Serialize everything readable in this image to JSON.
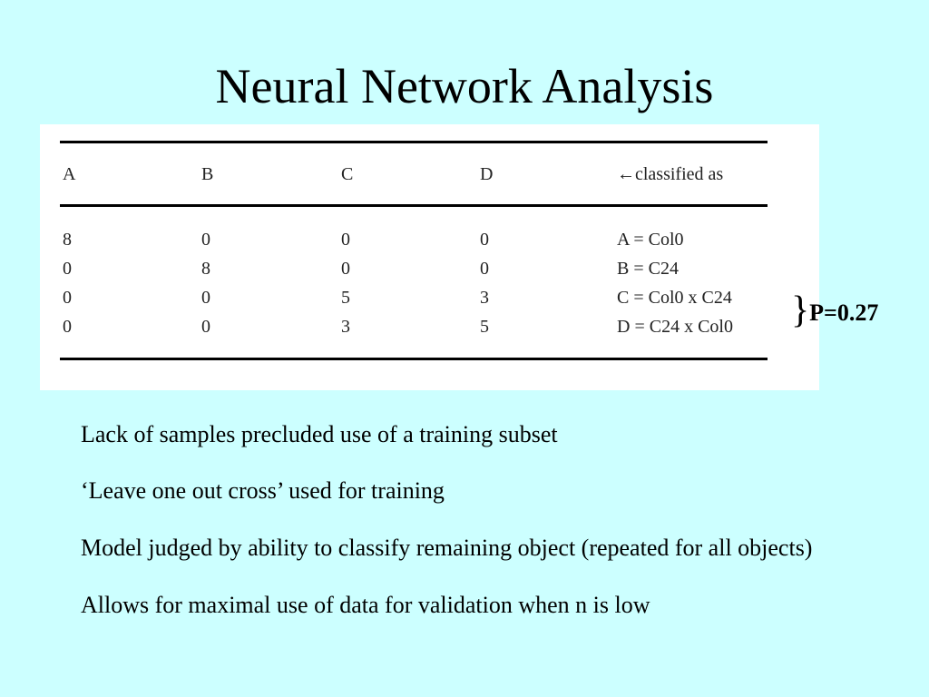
{
  "slide": {
    "title": "Neural Network Analysis"
  },
  "table": {
    "headers": [
      "A",
      "B",
      "C",
      "D",
      "←classified as"
    ],
    "rows": [
      [
        "8",
        "0",
        "0",
        "0",
        "A = Col0"
      ],
      [
        "0",
        "8",
        "0",
        "0",
        "B = C24"
      ],
      [
        "0",
        "0",
        "5",
        "3",
        "C = Col0 x C24"
      ],
      [
        "0",
        "0",
        "3",
        "5",
        "D = C24 x Col0"
      ]
    ]
  },
  "annotation": {
    "brace": "}",
    "p_value": "P=0.27"
  },
  "bullets": [
    "Lack of samples precluded use of a training subset",
    "‘Leave one out cross’ used for training",
    "Model judged by ability to classify remaining object (repeated for all objects)",
    "Allows for maximal use of data for validation when n is low"
  ],
  "colors": {
    "background": "#ccffff",
    "panel": "#ffffff",
    "text": "#000000"
  }
}
